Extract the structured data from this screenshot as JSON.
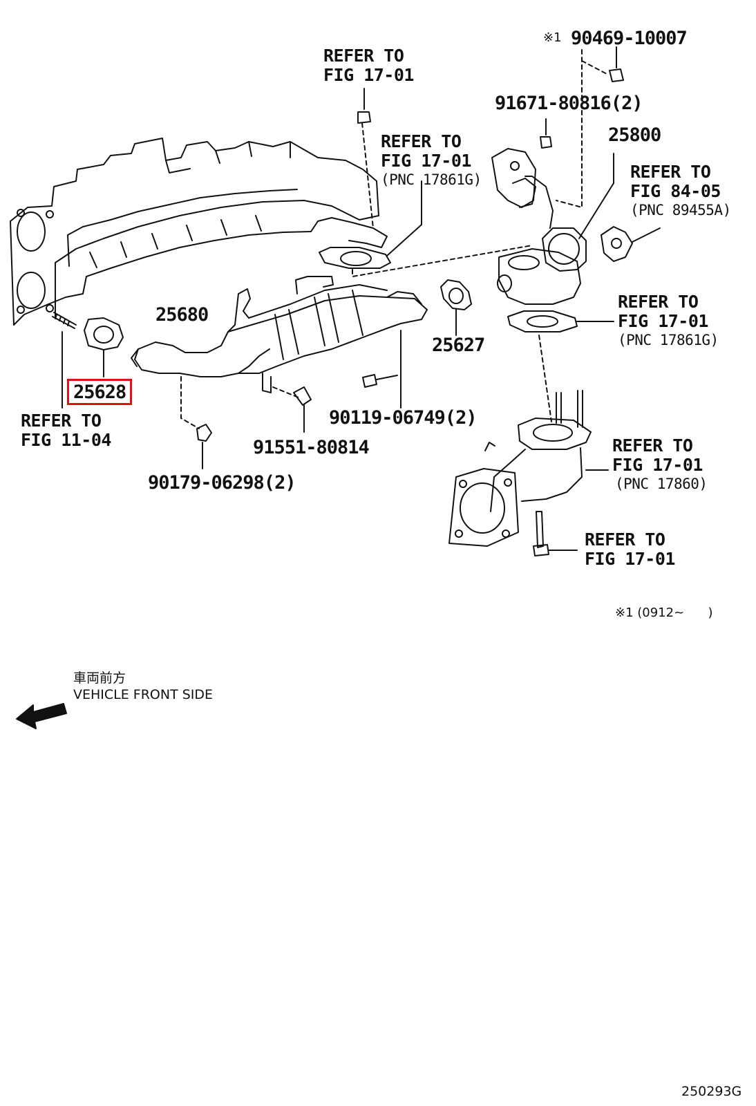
{
  "parts": {
    "p90469": "90469-10007",
    "p91671": "91671-80816(2)",
    "p25800": "25800",
    "p25680": "25680",
    "p25627": "25627",
    "p25628": "25628",
    "p90119": "90119-06749(2)",
    "p91551": "91551-80814",
    "p90179": "90179-06298(2)"
  },
  "refs": {
    "r1_l1": "REFER TO",
    "r1_l2": "FIG 17-01",
    "r2_l1": "REFER TO",
    "r2_l2": "FIG 17-01",
    "r2_l3": "(PNC 17861G)",
    "r3_l1": "REFER TO",
    "r3_l2": "FIG 84-05",
    "r3_l3": "(PNC 89455A)",
    "r4_l1": "REFER TO",
    "r4_l2": "FIG 17-01",
    "r4_l3": "(PNC 17861G)",
    "r5_l1": "REFER TO",
    "r5_l2": "FIG 11-04",
    "r6_l1": "REFER TO",
    "r6_l2": "FIG 17-01",
    "r6_l3": "(PNC 17860)",
    "r7_l1": "REFER TO",
    "r7_l2": "FIG 17-01"
  },
  "notes": {
    "mark": "※1",
    "note_bottom": "※1 (0912~      )",
    "front_jp": "車両前方",
    "front_en": "VEHICLE FRONT SIDE",
    "fig_code": "250293G"
  },
  "colors": {
    "highlight": "#e01010",
    "ink": "#111111"
  }
}
